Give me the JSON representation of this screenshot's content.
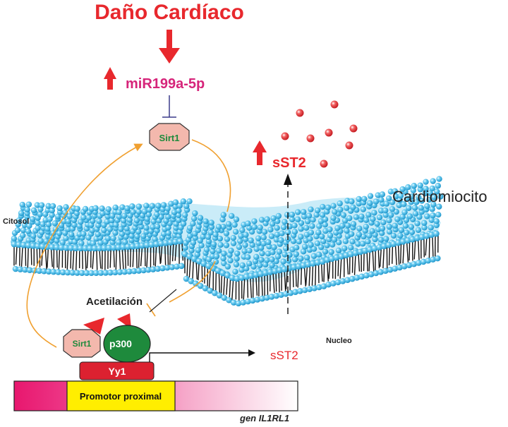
{
  "title": "Daño Cardíaco",
  "mirna": "miR199a-5p",
  "sirt1_top": "Sirt1",
  "sst2_secreted": "sST2",
  "cell_label": "Cardiomiocito",
  "cytosol_label": "Citosol",
  "nucleus_label": "Nucleo",
  "acetylation_label": "Acetilación",
  "sirt1_complex": "Sirt1",
  "p300": "p300",
  "yy1": "Yy1",
  "sst2_transcript": "sST2",
  "promoter_label": "Promotor proximal",
  "gene_prefix": "gen ",
  "gene_name": "IL1RL1",
  "colors": {
    "title_red": "#e8282d",
    "mirna_magenta": "#d6247a",
    "sirt1_fill": "#f3b8ad",
    "sirt1_text": "#1e8a3c",
    "p300_fill": "#1e8a3c",
    "yy1_fill": "#dc2130",
    "promoter_yellow": "#ffee00",
    "membrane_blue": "#3fb7e6",
    "orange_arrow": "#f0a030",
    "inhibit_purple": "#3a3a8a"
  }
}
